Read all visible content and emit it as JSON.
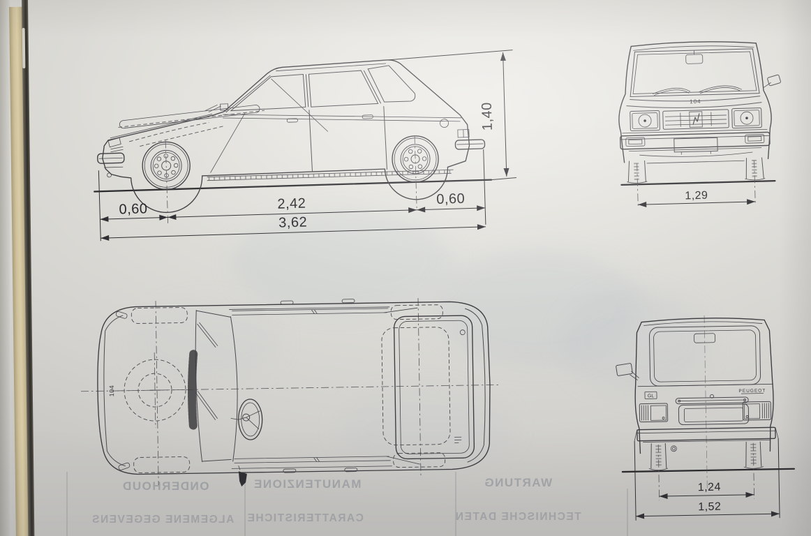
{
  "dimensions": {
    "side_height": "1,40",
    "side_front_overhang": "0,60",
    "side_wheelbase": "2,42",
    "side_rear_overhang": "0,60",
    "side_overall_length": "3,62",
    "front_track": "1,29",
    "rear_track": "1,24",
    "rear_overall_width": "1,52"
  },
  "badges": {
    "front_model": "104",
    "top_model": "104",
    "rear_trim": "GL",
    "rear_make": "PEUGEOT"
  },
  "showthrough": {
    "tabs": [
      {
        "row1": "ONDERHOUD",
        "row2": "ALGEMENE GEGEVENS"
      },
      {
        "row1": "MANUTENZIONE",
        "row2": "CARATTERISTICHE"
      },
      {
        "row1": "WARTUNG",
        "row2": "TECHNISCHE DATEN"
      }
    ]
  },
  "colors": {
    "paper": "#dedddet8",
    "ink": "#3c3c40",
    "dimension_ink": "#2f2f33",
    "book_edge_tan": "#cfc19b",
    "ghost_showthrough": "#aebec6",
    "tab_text": "#676e7c"
  }
}
